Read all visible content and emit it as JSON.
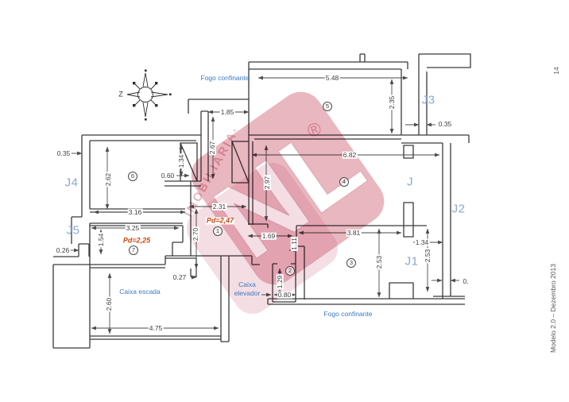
{
  "sheet": {
    "page_number": "14",
    "footer_note": "Modelo 2.0 – Dezembro 2013"
  },
  "compass": {
    "north_label": "Z"
  },
  "boundaries": {
    "fogo_confinante_top": "Fogo confinante",
    "fogo_confinante_bottom": "Fogo confinante"
  },
  "cores": {
    "stairs_label": "Caixa escada",
    "elevator_label_line1": "Caixa",
    "elevator_label_line2": "elevador"
  },
  "ceiling_heights": {
    "room1_pd": "Pd=2,47",
    "room7_pd": "Pd=2,25"
  },
  "windows": {
    "j": "J",
    "j1": "J1",
    "j2": "J2",
    "j3": "J3",
    "j4": "J4",
    "j5": "J5"
  },
  "rooms": {
    "r1": "1",
    "r2": "2",
    "r3": "3",
    "r4": "4",
    "r5": "5",
    "r6": "6",
    "r7": "7"
  },
  "dimensions": {
    "d548": "5.48",
    "d235": "2.35",
    "d035_top_right": "0.35",
    "d185": "1.85",
    "d267": "2.67",
    "d682": "6.82",
    "d297": "2.97",
    "d035_left": "0.35",
    "d134_left": "1.34",
    "d060": "0.60",
    "d262": "2.62",
    "d316": "3.16",
    "d231": "2.31",
    "d270": "2.70",
    "d325": "3.25",
    "d154": "1.54",
    "d026": "0.26",
    "d169": "1.69",
    "d381": "3.81",
    "d111": "1.11",
    "d129": "1.29",
    "d080": "0.80",
    "d027": "0.27",
    "d260": "2.60",
    "d475": "4.75",
    "d253_a": "2.53",
    "d253_b": "2.53",
    "d134_right": "1.34",
    "d0_right": "0."
  },
  "watermark": {
    "logo_text": "NL",
    "registered_mark": "®",
    "brand_text": "IMOBILIARIA·"
  },
  "colors": {
    "wall_line": "#3a3a3a",
    "dimension_text": "#3f3f3f",
    "window_label_blue": "#8aa9d0",
    "note_blue": "#3c79c2",
    "pd_orange": "#c84a10",
    "watermark_pink": "#c94b63"
  }
}
